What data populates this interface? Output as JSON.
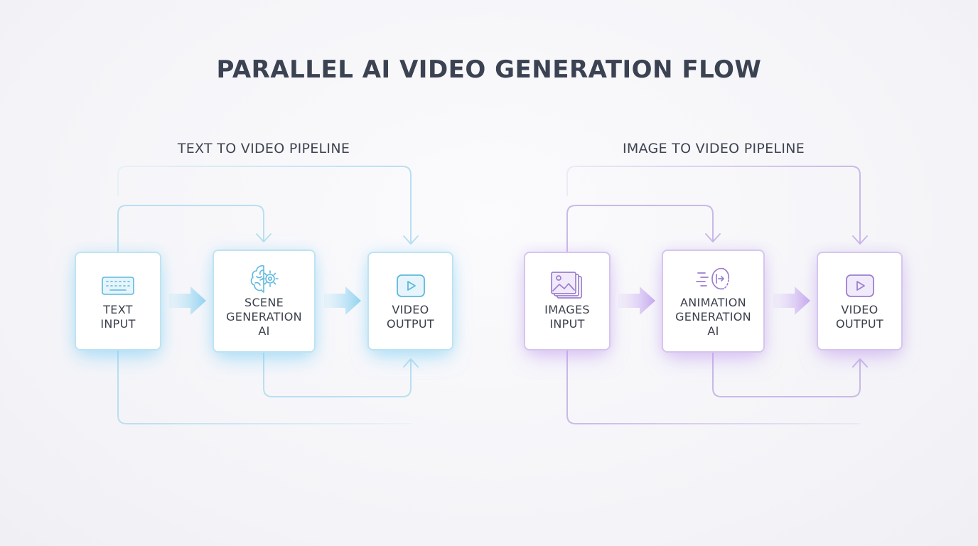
{
  "title": "PARALLEL AI VIDEO GENERATION FLOW",
  "colors": {
    "blue_accent": "#5fb8de",
    "blue_line": "#b9dff0",
    "purple_accent": "#9c7fd0",
    "purple_line": "#cbb8e8",
    "text": "#3a3f4b"
  },
  "pipelines": [
    {
      "label": "TEXT TO VIDEO PIPELINE",
      "nodes": [
        {
          "lines": [
            "TEXT",
            "INPUT"
          ],
          "icon": "keyboard-icon"
        },
        {
          "lines": [
            "SCENE",
            "GENERATION",
            "AI"
          ],
          "icon": "brain-gear-icon"
        },
        {
          "lines": [
            "VIDEO",
            "OUTPUT"
          ],
          "icon": "video-play-icon"
        }
      ]
    },
    {
      "label": "IMAGE TO VIDEO PIPELINE",
      "nodes": [
        {
          "lines": [
            "IMAGES",
            "INPUT"
          ],
          "icon": "image-stack-icon"
        },
        {
          "lines": [
            "ANIMATION",
            "GENERATION",
            "AI"
          ],
          "icon": "motion-icon"
        },
        {
          "lines": [
            "VIDEO",
            "OUTPUT"
          ],
          "icon": "video-play-icon"
        }
      ]
    }
  ]
}
